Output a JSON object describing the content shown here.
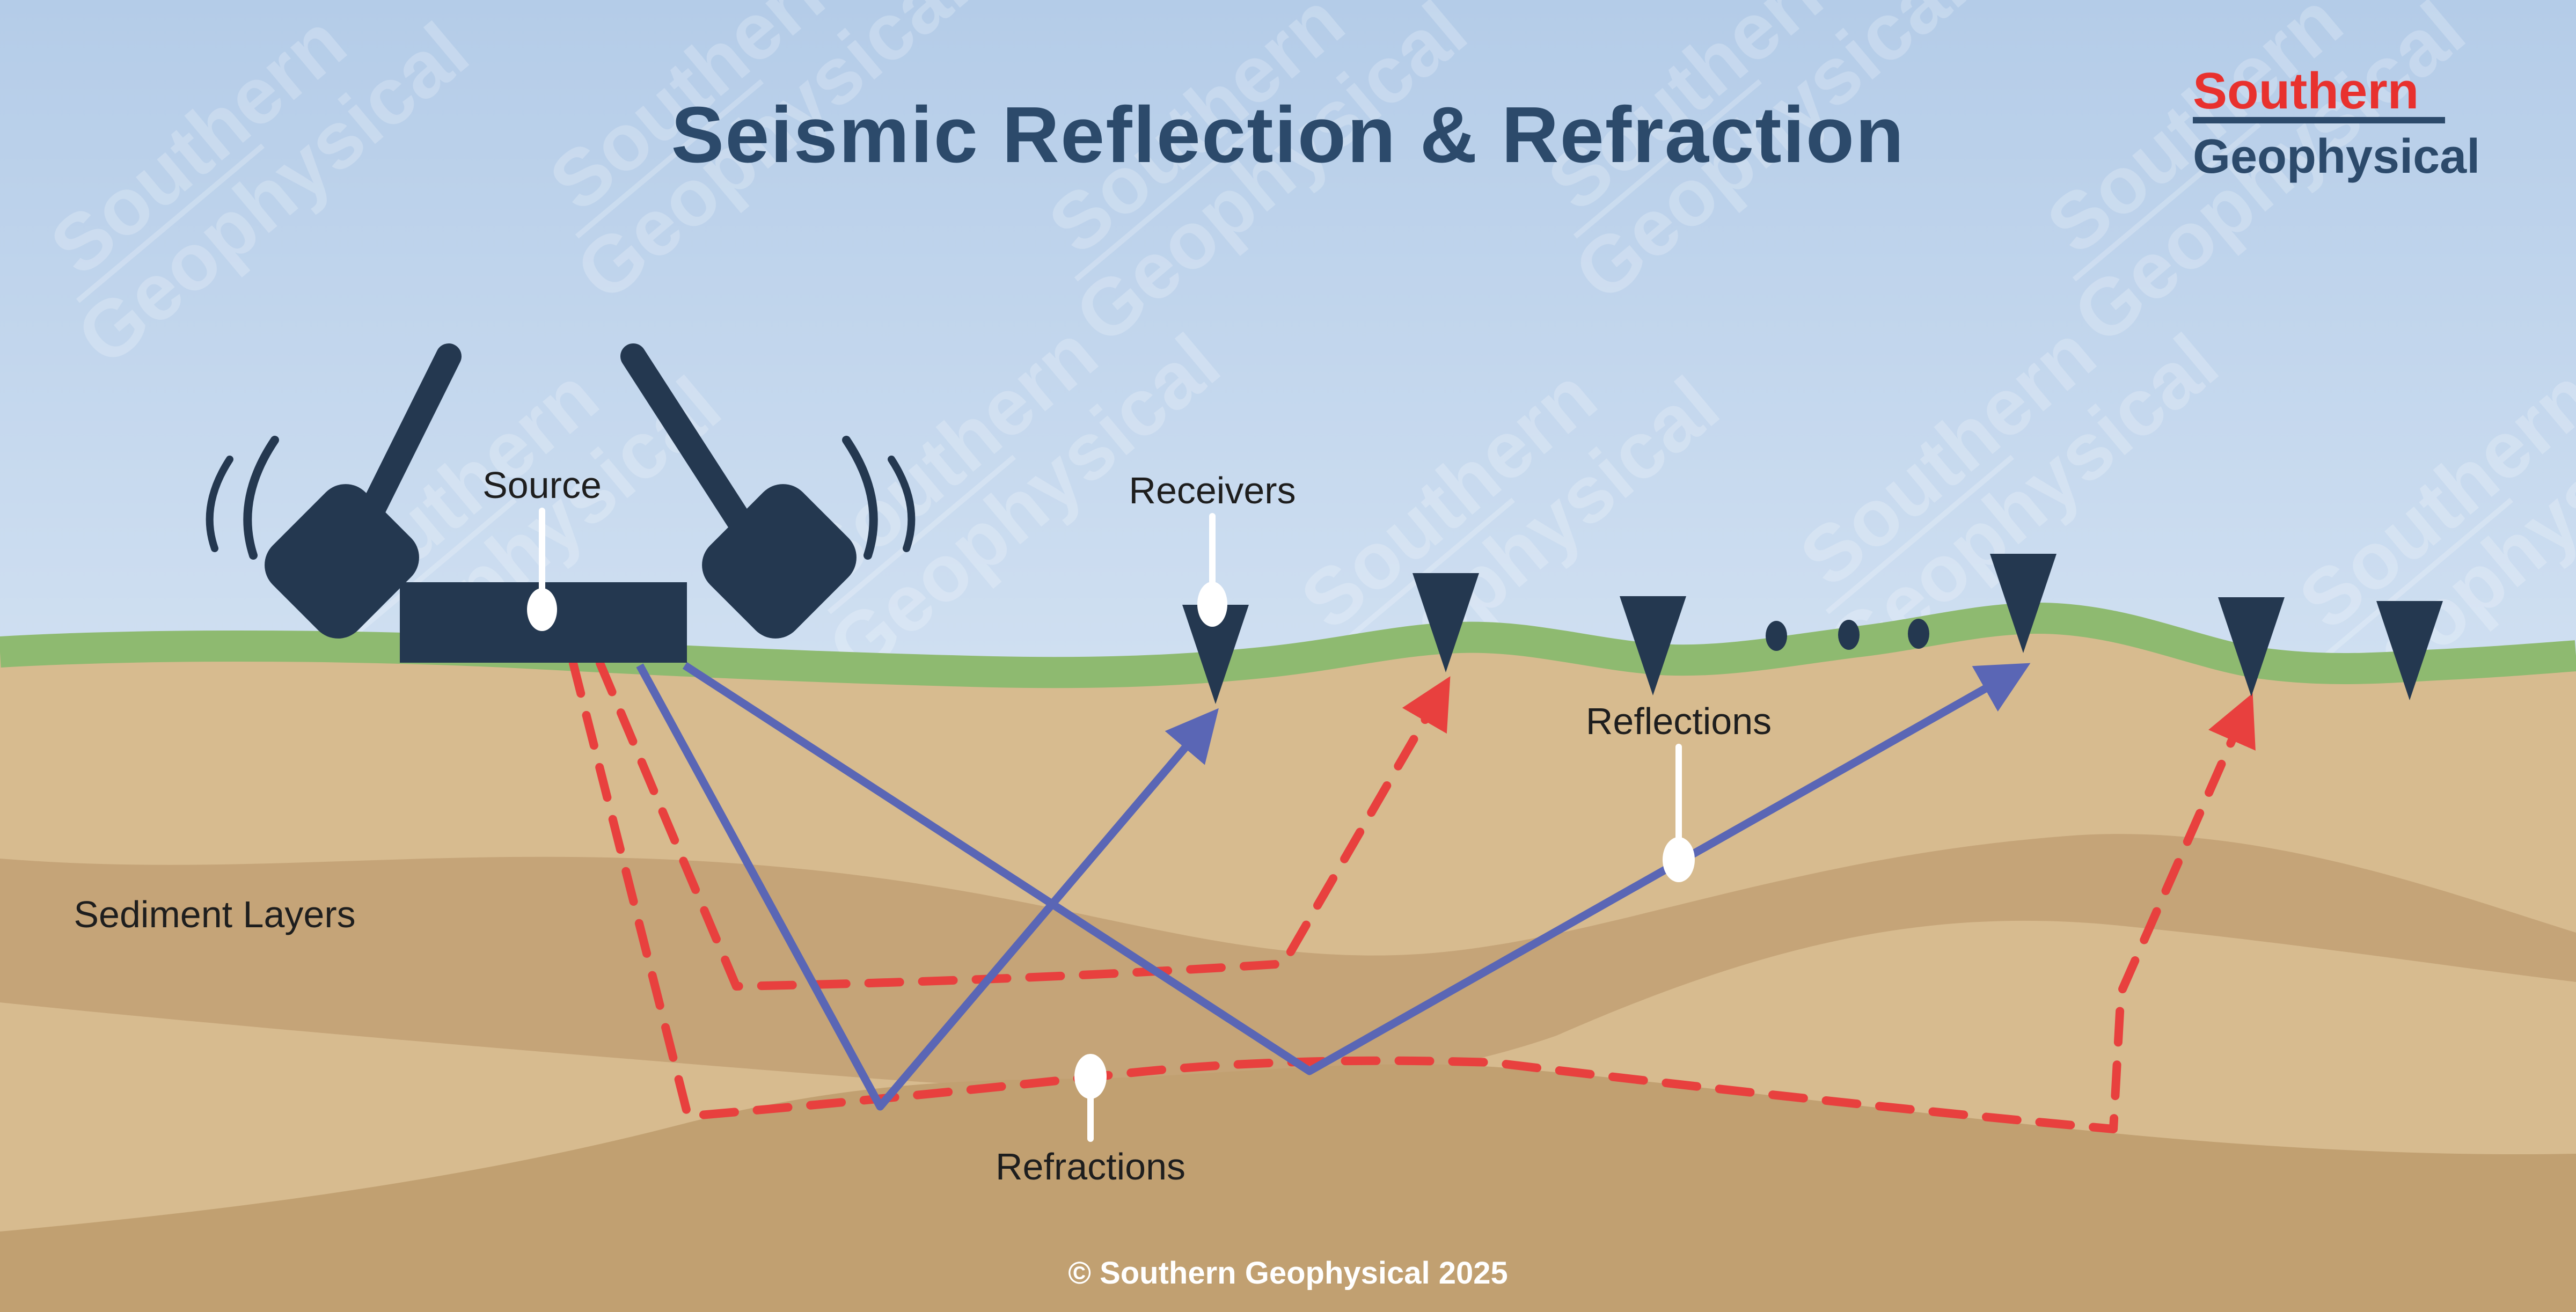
{
  "title": "Seismic Reflection & Refraction",
  "logo": {
    "line1": "Southern",
    "line2": "Geophysical"
  },
  "labels": {
    "source": "Source",
    "receivers": "Receivers",
    "reflections": "Reflections",
    "refractions": "Refractions",
    "sediment_layers": "Sediment Layers"
  },
  "footer": {
    "copyright": "© Southern Geophysical 2025"
  },
  "diagram": {
    "receiver_count": 6,
    "ellipsis_dot_count": 3,
    "reflection_ray_count": 2,
    "refraction_ray_count": 2,
    "hammer_count": 2
  },
  "colors": {
    "sky-top": "#b4cce8",
    "sky-bottom": "#eaf2fa",
    "grass": "#8eba70",
    "sediment-light": "#d7bb8f",
    "sediment-dark": "#c5a478",
    "sediment-deep": "#c1a071",
    "navy": "#243850",
    "title-navy": "#2c4a6b",
    "reflection-blue": "#5a66b5",
    "refraction-red": "#e8403e",
    "logo-red": "#e8312e",
    "label-black": "#1e1e1e",
    "white": "#ffffff"
  }
}
